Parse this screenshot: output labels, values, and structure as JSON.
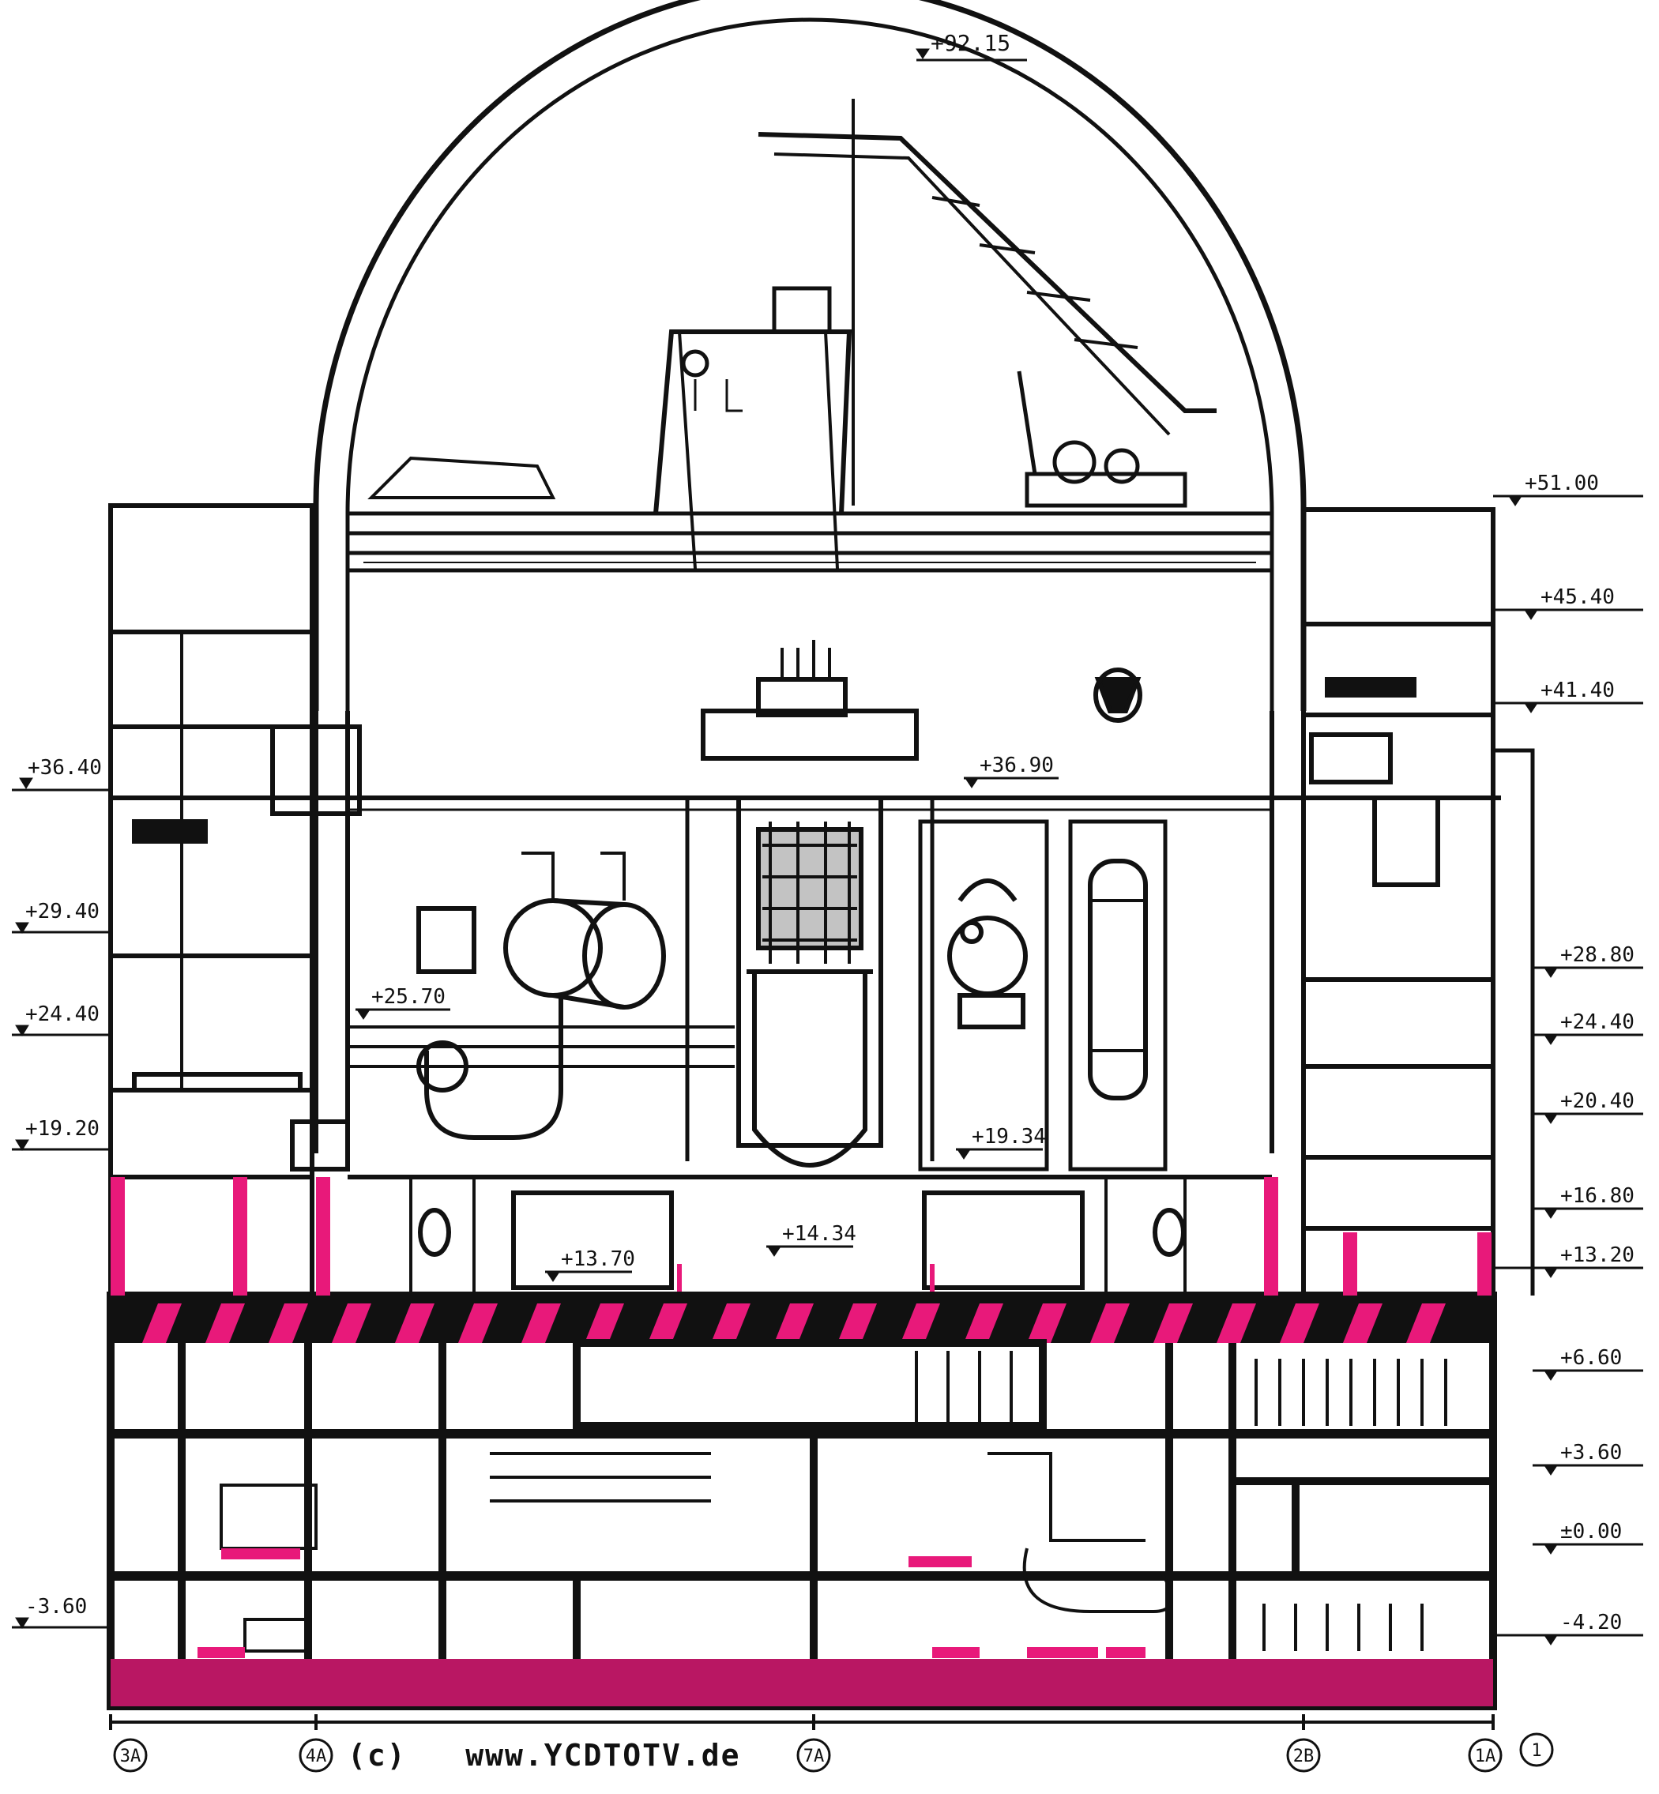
{
  "elevations": {
    "top": "+92.15",
    "r_51": "+51.00",
    "r_45": "+45.40",
    "r_41": "+41.40",
    "l_36": "+36.40",
    "c_36": "+36.90",
    "l_29": "+29.40",
    "r_28": "+28.80",
    "c_25": "+25.70",
    "l_24": "+24.40",
    "r_24": "+24.40",
    "r_20": "+20.40",
    "l_19": "+19.20",
    "c_19": "+19.34",
    "r_16": "+16.80",
    "c_14": "+14.34",
    "c_13": "+13.70",
    "r_13": "+13.20",
    "r_6": "+6.60",
    "r_3": "+3.60",
    "r_0": "±0.00",
    "l_m3": "-3.60",
    "r_m4": "-4.20"
  },
  "axes": [
    "3A",
    "4A",
    "7A",
    "2B",
    "1A",
    "1"
  ],
  "copyright": "(c)   www.YCDTOTV.de",
  "colors": {
    "ink": "#111111",
    "accent": "#e8197a",
    "paper": "#ffffff"
  }
}
